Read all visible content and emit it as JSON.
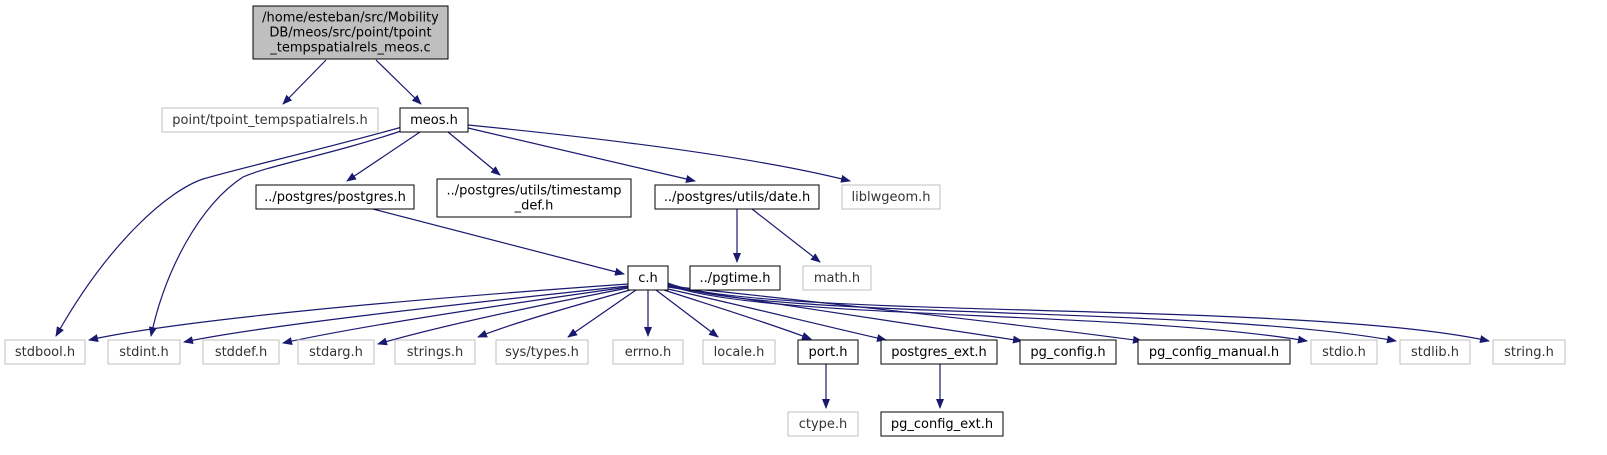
{
  "colors": {
    "edge": "#191970",
    "root_fill": "#bfbfbf",
    "node_border": "#000000",
    "missing_border": "#bfbfbf",
    "background": "#ffffff"
  },
  "nodes": {
    "root": {
      "lines": [
        "/home/esteban/src/Mobility",
        "DB/meos/src/point/tpoint",
        "_tempspatialrels_meos.c"
      ]
    },
    "tpoint_tempspatialrels_h": {
      "lines": [
        "point/tpoint_tempspatialrels.h"
      ]
    },
    "meos_h": {
      "lines": [
        "meos.h"
      ]
    },
    "postgres_h": {
      "lines": [
        "../postgres/postgres.h"
      ]
    },
    "timestamp_def_h": {
      "lines": [
        "../postgres/utils/timestamp",
        "_def.h"
      ]
    },
    "date_h": {
      "lines": [
        "../postgres/utils/date.h"
      ]
    },
    "liblwgeom_h": {
      "lines": [
        "liblwgeom.h"
      ]
    },
    "c_h": {
      "lines": [
        "c.h"
      ]
    },
    "pgtime_h": {
      "lines": [
        "../pgtime.h"
      ]
    },
    "math_h": {
      "lines": [
        "math.h"
      ]
    },
    "stdbool_h": {
      "lines": [
        "stdbool.h"
      ]
    },
    "stdint_h": {
      "lines": [
        "stdint.h"
      ]
    },
    "stddef_h": {
      "lines": [
        "stddef.h"
      ]
    },
    "stdarg_h": {
      "lines": [
        "stdarg.h"
      ]
    },
    "strings_h": {
      "lines": [
        "strings.h"
      ]
    },
    "sys_types_h": {
      "lines": [
        "sys/types.h"
      ]
    },
    "errno_h": {
      "lines": [
        "errno.h"
      ]
    },
    "locale_h": {
      "lines": [
        "locale.h"
      ]
    },
    "port_h": {
      "lines": [
        "port.h"
      ]
    },
    "postgres_ext_h": {
      "lines": [
        "postgres_ext.h"
      ]
    },
    "pg_config_h": {
      "lines": [
        "pg_config.h"
      ]
    },
    "pg_config_manual_h": {
      "lines": [
        "pg_config_manual.h"
      ]
    },
    "stdio_h": {
      "lines": [
        "stdio.h"
      ]
    },
    "stdlib_h": {
      "lines": [
        "stdlib.h"
      ]
    },
    "string_h": {
      "lines": [
        "string.h"
      ]
    },
    "ctype_h": {
      "lines": [
        "ctype.h"
      ]
    },
    "pg_config_ext_h": {
      "lines": [
        "pg_config_ext.h"
      ]
    }
  }
}
